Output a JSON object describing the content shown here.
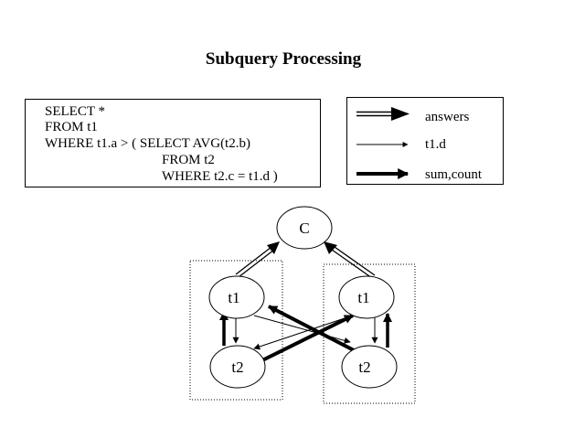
{
  "title": "Subquery Processing",
  "query": {
    "lines": [
      "SELECT *",
      "FROM t1",
      "WHERE t1.a > ( SELECT AVG(t2.b)",
      "FROM t2",
      "WHERE t2.c = t1.d )"
    ]
  },
  "legend": {
    "items": [
      {
        "label": "answers",
        "style": "double"
      },
      {
        "label": "t1.d",
        "style": "thin"
      },
      {
        "label": "sum,count",
        "style": "thick"
      }
    ]
  },
  "nodes": {
    "c": "C",
    "left_t1": "t1",
    "left_t2": "t2",
    "right_t1": "t1",
    "right_t2": "t2"
  },
  "colors": {
    "line": "#000000",
    "background": "#ffffff"
  }
}
